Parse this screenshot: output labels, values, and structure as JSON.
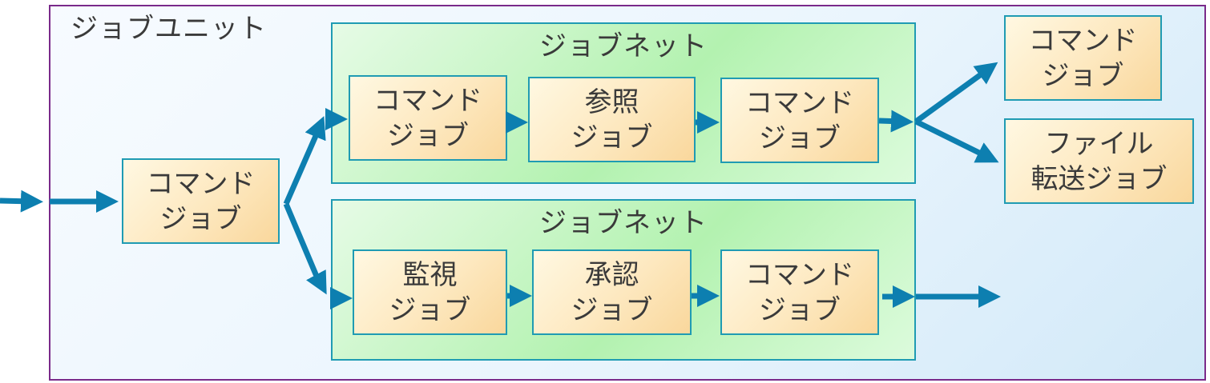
{
  "job_unit": {
    "label": "ジョブユニット"
  },
  "start_job": {
    "line1": "コマンド",
    "line2": "ジョブ"
  },
  "jobnet_top": {
    "label": "ジョブネット",
    "jobs": [
      {
        "line1": "コマンド",
        "line2": "ジョブ"
      },
      {
        "line1": "参照",
        "line2": "ジョブ"
      },
      {
        "line1": "コマンド",
        "line2": "ジョブ"
      }
    ]
  },
  "jobnet_bottom": {
    "label": "ジョブネット",
    "jobs": [
      {
        "line1": "監視",
        "line2": "ジョブ"
      },
      {
        "line1": "承認",
        "line2": "ジョブ"
      },
      {
        "line1": "コマンド",
        "line2": "ジョブ"
      }
    ]
  },
  "outside_jobs": [
    {
      "line1": "コマンド",
      "line2": "ジョブ"
    },
    {
      "line1": "ファイル",
      "line2": "転送ジョブ"
    }
  ],
  "colors": {
    "arrow": "#0d7fb0",
    "unit_border": "#7a2a8a",
    "box_border": "#1f9bb3"
  }
}
